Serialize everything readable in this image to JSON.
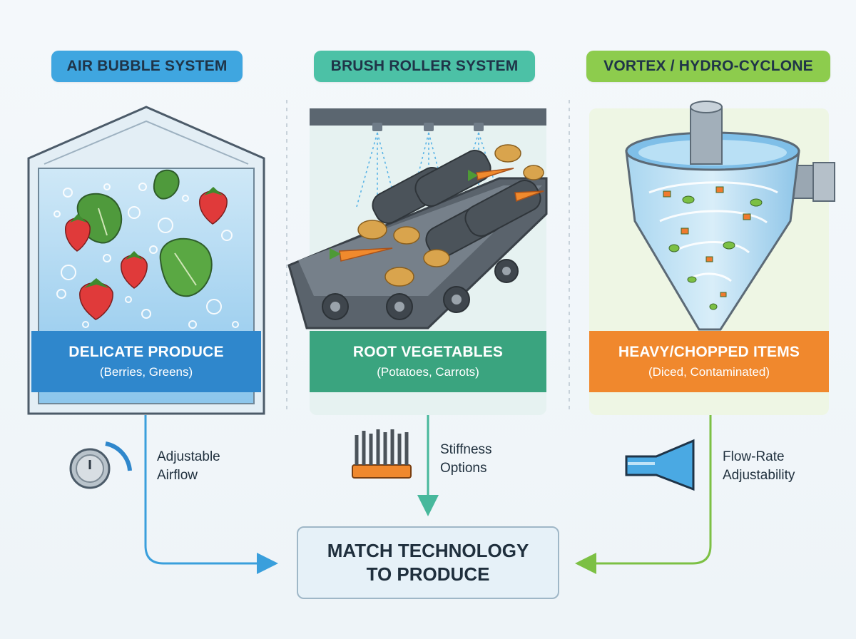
{
  "systems": [
    {
      "name": "AIR BUBBLE SYSTEM",
      "produce_title": "DELICATE PRODUCE",
      "produce_examples": "(Berries, Greens)",
      "adjustment_line1": "Adjustable",
      "adjustment_line2": "Airflow",
      "adjustment_icon": "dial-knob-icon",
      "accent": "#3fa6e0"
    },
    {
      "name": "BRUSH ROLLER SYSTEM",
      "produce_title": "ROOT VEGETABLES",
      "produce_examples": "(Potatoes, Carrots)",
      "adjustment_line1": "Stiffness",
      "adjustment_line2": "Options",
      "adjustment_icon": "brush-icon",
      "accent": "#4cc1a6"
    },
    {
      "name": "VORTEX / HYDRO-CYCLONE",
      "produce_title": "HEAVY/CHOPPED ITEMS",
      "produce_examples": "(Diced, Contaminated)",
      "adjustment_line1": "Flow-Rate",
      "adjustment_line2": "Adjustability",
      "adjustment_icon": "nozzle-icon",
      "accent": "#8dcc4d"
    }
  ],
  "target": {
    "line1": "MATCH TECHNOLOGY",
    "line2": "TO PRODUCE"
  }
}
